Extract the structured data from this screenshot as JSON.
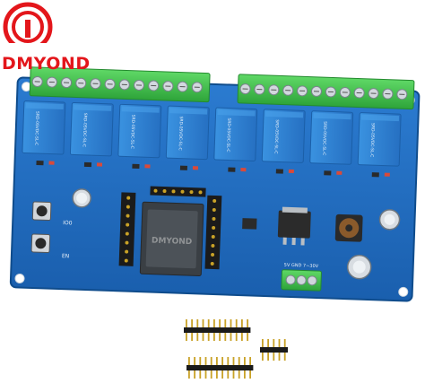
{
  "brand": {
    "name": "DMYOND",
    "accent": "#e3161b"
  },
  "board": {
    "color": "#1f6fc6",
    "relay_color": "#2d7fd4",
    "terminal_color": "#43c24a",
    "relay_count": 8,
    "relay_marking": "SRD-05VDC-SL-C",
    "button_labels": [
      "IO0",
      "EN"
    ],
    "power_label": "5V GND 7~30V",
    "module_watermark": "DMYOND"
  },
  "accessories": {
    "header_strips": 3,
    "header_pins": [
      12,
      12,
      5
    ]
  },
  "colors": {
    "pcb": "#1f6fc6",
    "pcb_dark": "#13508f",
    "relay": "#2f86d8",
    "terminal_green": "#3fbf48",
    "header_black": "#1a1a1a",
    "pin_gold": "#c9a227",
    "module_grey": "#3a3f44"
  }
}
